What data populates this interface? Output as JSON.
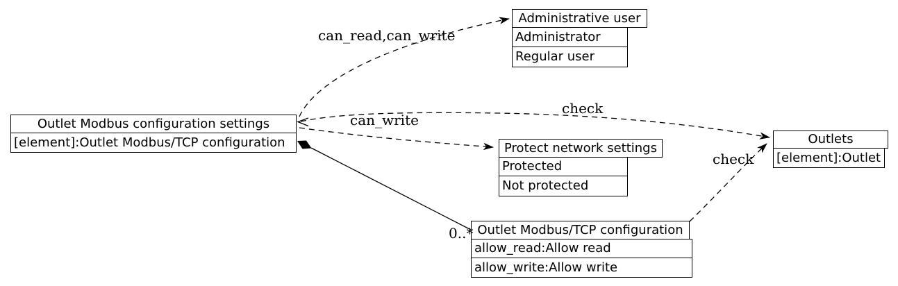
{
  "diagram": {
    "nodes": {
      "config_settings": {
        "title": "Outlet Modbus configuration settings",
        "attrs": [
          "[element]:Outlet Modbus/TCP configuration"
        ]
      },
      "admin_user": {
        "title": "Administrative user",
        "attrs": [
          "Administrator",
          "Regular user"
        ]
      },
      "protect_network": {
        "title": "Protect network settings",
        "attrs": [
          "Protected",
          "Not protected"
        ]
      },
      "modbus_tcp": {
        "title": "Outlet Modbus/TCP configuration",
        "attrs": [
          "allow_read:Allow read",
          "allow_write:Allow write"
        ]
      },
      "outlets": {
        "title": "Outlets",
        "attrs": [
          "[element]:Outlet"
        ]
      }
    },
    "edges": {
      "can_read_write": {
        "label": "can_read,can_write"
      },
      "check_top": {
        "label": "check"
      },
      "can_write": {
        "label": "can_write"
      },
      "check_bottom": {
        "label": "check"
      },
      "composition": {
        "multiplicity": "0..*"
      }
    },
    "colors": {
      "line": "#000000",
      "background": "#ffffff"
    }
  }
}
